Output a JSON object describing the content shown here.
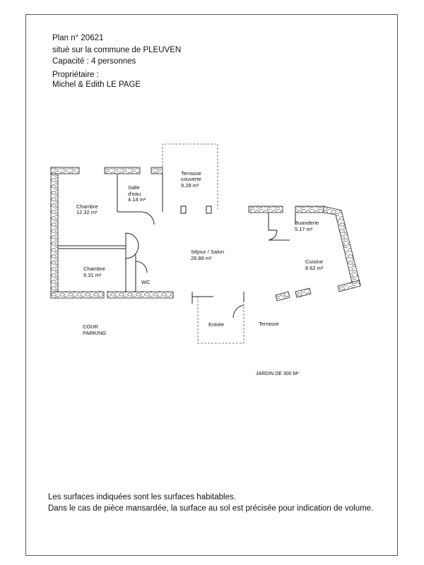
{
  "header": {
    "plan_number": "Plan n° 20621",
    "location": "situé sur la commune de PLEUVEN",
    "capacity": "Capacité : 4 personnes",
    "owner_label": "Propriétaire :",
    "owner_name": "Michel & Edith LE PAGE"
  },
  "rooms": {
    "terrasse_couverte": {
      "name_line1": "Terrasse",
      "name_line2": "couverte",
      "area": "9.28 m²"
    },
    "salle_deau": {
      "name_line1": "Salle",
      "name_line2": "d'eau",
      "area": "4.14 m²"
    },
    "chambre_1": {
      "name": "Chambre",
      "area": "12.32 m²"
    },
    "chambre_2": {
      "name": "Chambre",
      "area": "9.31 m²"
    },
    "wc": {
      "name": "WC"
    },
    "sejour": {
      "name": "Séjour / Salon",
      "area": "26.88 m²"
    },
    "buanderie": {
      "name": "Buanderie",
      "area": "5.17 m²"
    },
    "cuisine": {
      "name": "Cuisine",
      "area": "8.62 m²"
    },
    "entree": {
      "name": "Entrée"
    },
    "terrasse": {
      "name": "Terrasse"
    }
  },
  "outside": {
    "cour_line1": "COUR",
    "cour_line2": "PARKING",
    "jardin": "JARDIN DE 300 M²"
  },
  "footer": {
    "line1": "Les surfaces indiquées sont les surfaces habitables.",
    "line2": "Dans le cas de pièce mansardée, la surface au sol est précisée pour indication de volume."
  }
}
